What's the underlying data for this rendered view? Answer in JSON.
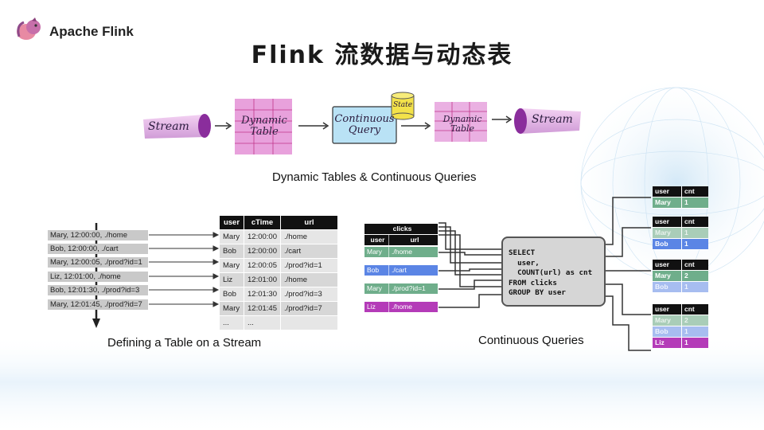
{
  "brand": {
    "name": "Apache Flink",
    "logo_icon": "squirrel-logo-icon"
  },
  "title": "Flink 流数据与动态表",
  "pipeline": {
    "stream_in": "Stream",
    "dynamic_table_in": "Dynamic Table",
    "continuous_query": "Continuous Query",
    "state": "State",
    "dynamic_table_out": "Dynamic Table",
    "stream_out": "Stream",
    "caption": "Dynamic Tables & Continuous Queries"
  },
  "define_table": {
    "caption": "Defining a Table on a Stream",
    "events": [
      "Mary, 12:00:00, ./home",
      "Bob,  12:00:00, ./cart",
      "Mary, 12:00:05, ./prod?id=1",
      "Liz,    12:01:00, ./home",
      "Bob,  12:01:30, ./prod?id=3",
      "Mary, 12:01:45, ./prod?id=7"
    ],
    "headers": [
      "user",
      "cTime",
      "url"
    ],
    "rows": [
      [
        "Mary",
        "12:00:00",
        "./home"
      ],
      [
        "Bob",
        "12:00:00",
        "./cart"
      ],
      [
        "Mary",
        "12:00:05",
        "./prod?id=1"
      ],
      [
        "Liz",
        "12:01:00",
        "./home"
      ],
      [
        "Bob",
        "12:01:30",
        "./prod?id=3"
      ],
      [
        "Mary",
        "12:01:45",
        "./prod?id=7"
      ],
      [
        "...",
        "...",
        ""
      ]
    ]
  },
  "continuous": {
    "caption": "Continuous Queries",
    "clicks_title": "clicks",
    "clicks_headers": [
      "user",
      "url"
    ],
    "clicks_rows": [
      [
        "Mary",
        "./home"
      ],
      [
        "Bob",
        "./cart"
      ],
      [
        "Mary",
        "./prod?id=1"
      ],
      [
        "Liz",
        "./home"
      ]
    ],
    "sql": [
      "SELECT",
      "  user,",
      "  COUNT(url) as cnt",
      "FROM clicks",
      "GROUP BY user"
    ],
    "result_headers": [
      "user",
      "cnt"
    ],
    "results": [
      [
        [
          "Mary",
          "1"
        ]
      ],
      [
        [
          "Mary",
          "1"
        ],
        [
          "Bob",
          "1"
        ]
      ],
      [
        [
          "Mary",
          "2"
        ],
        [
          "Bob",
          "1"
        ]
      ],
      [
        [
          "Mary",
          "2"
        ],
        [
          "Bob",
          "1"
        ],
        [
          "Liz",
          "1"
        ]
      ]
    ]
  }
}
